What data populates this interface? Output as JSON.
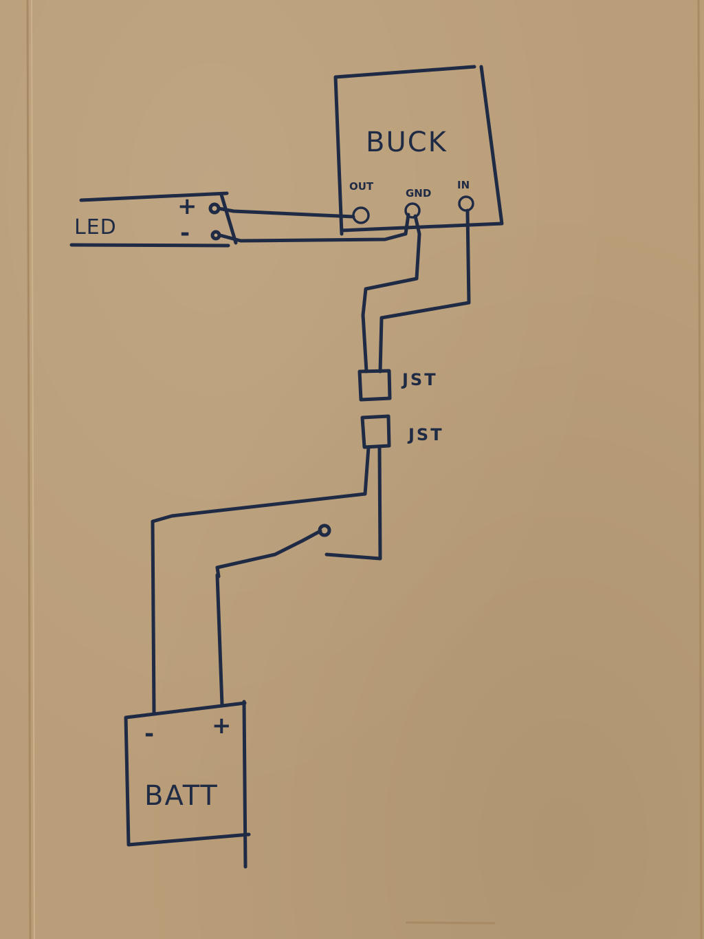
{
  "diagram": {
    "buck": {
      "title": "BUCK",
      "pins": {
        "out": "OUT",
        "gnd": "GND",
        "in": "IN"
      }
    },
    "led": {
      "label": "LED",
      "plus": "+",
      "minus": "-"
    },
    "connectors": {
      "upper": "JST",
      "lower": "JST"
    },
    "battery": {
      "label": "BATT",
      "minus": "-",
      "plus": "+"
    }
  }
}
